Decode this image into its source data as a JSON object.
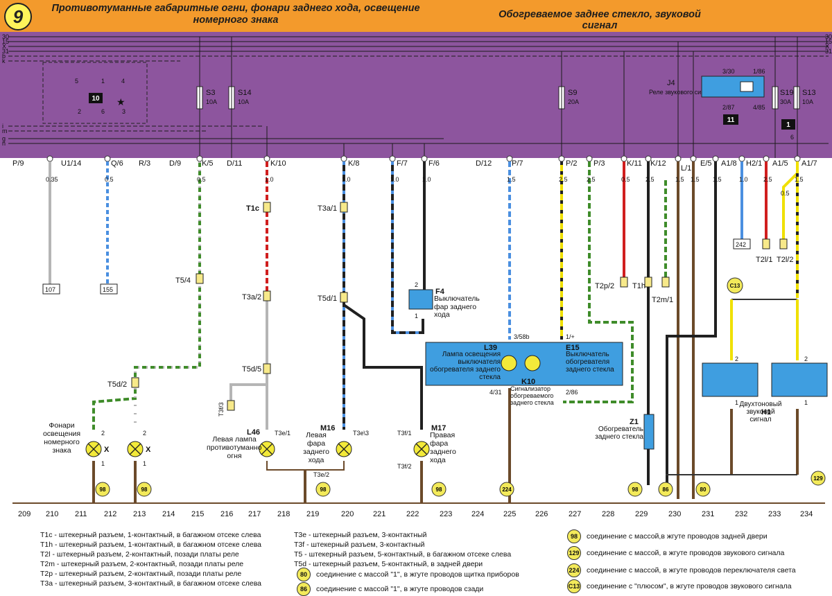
{
  "header": {
    "page_number": "9",
    "title_left": "Противотуманные габаритные огни, фонари заднего хода, освещение номерного знака",
    "title_right": "Обогреваемое заднее стекло, звуковой сигнал"
  },
  "colors": {
    "header_bg": "#f39a2c",
    "fusebox_bg": "#8d559e",
    "badge_bg": "#fff35a",
    "component_blue": "#3f9ee0",
    "ground_badge": "#f3ea5a"
  },
  "bus_lines": [
    "30",
    "15",
    "X",
    "31",
    "b",
    "k",
    "i",
    "m",
    "g",
    "n"
  ],
  "relays": [
    {
      "id": "10",
      "pins": [
        "5",
        "1",
        "4",
        "2",
        "6",
        "3"
      ]
    },
    {
      "id": "11",
      "name": "J4",
      "desc": "Реле звукового сигнала",
      "pins": [
        "3/30",
        "1/86",
        "2/87",
        "4/85"
      ]
    },
    {
      "id": "1",
      "pin": "6"
    }
  ],
  "fuses": [
    {
      "id": "S3",
      "rating": "10A"
    },
    {
      "id": "S14",
      "rating": "10A"
    },
    {
      "id": "S9",
      "rating": "20A"
    },
    {
      "id": "S19",
      "rating": "30A"
    },
    {
      "id": "S13",
      "rating": "10A"
    }
  ],
  "connectors_top": [
    "P/9",
    "U1/14",
    "Q/6",
    "R/3",
    "D/9",
    "K/5",
    "D/11",
    "K/10",
    "K/8",
    "F/7",
    "F/6",
    "D/12",
    "P/7",
    "P/2",
    "P/3",
    "K/11",
    "K/12",
    "L/1",
    "E/5",
    "A1/8",
    "H2/1",
    "A1/5",
    "A1/7"
  ],
  "wire_sizes": [
    "0.35",
    "0.5",
    "0.5",
    "1.0",
    "1.0",
    "1.0",
    "1.0",
    "1.5",
    "2.5",
    "2.5",
    "0.5",
    "2.5",
    "1.5",
    "1.5",
    "1.5",
    "1.0",
    "2.5",
    "1.5",
    "0.5"
  ],
  "references": [
    "107",
    "155",
    "242"
  ],
  "plugs": [
    "T1c",
    "T5/4",
    "T3a/2",
    "T5d/5",
    "T3f/3",
    "T5d/2",
    "T3a/1",
    "T5d/1",
    "T3e/1",
    "T3e\\3",
    "T3e/2",
    "T3f/1",
    "T3f/2",
    "T2p/2",
    "T1h",
    "T2m/1",
    "T2l/1",
    "T2l/2"
  ],
  "components": {
    "plate_lights": {
      "name": "Фонари освещения номерного знака",
      "mark": "X",
      "pin_top": "2",
      "pin_bottom": "1"
    },
    "L46": {
      "id": "L46",
      "name": "Левая лампа противотуманного огня"
    },
    "M16": {
      "id": "M16",
      "name": "Левая фара заднего хода"
    },
    "M17": {
      "id": "M17",
      "name": "Правая фара заднего хода"
    },
    "F4": {
      "id": "F4",
      "name": "Выключатель фар заднего хода",
      "pin_top": "2",
      "pin_bottom": "1"
    },
    "L39": {
      "id": "L39",
      "name": "Лампа освещения выключателя обогревателя заднего стекла",
      "pin": "3/58b"
    },
    "E15": {
      "id": "E15",
      "name": "Выключатель обогревателя заднего стекла",
      "pin": "1/+"
    },
    "K10": {
      "id": "K10",
      "name": "Сигнализатор обогреваемого заднего стекла",
      "pin_left": "4/31",
      "pin_right": "2/86"
    },
    "Z1": {
      "id": "Z1",
      "name": "Обогреватель заднего стекла"
    },
    "H1": {
      "id": "H1",
      "name": "Двухтоновый звуковой сигнал",
      "pin_top": "2",
      "pin_bottom": "1"
    },
    "C13": "C13"
  },
  "grounds": [
    "98",
    "98",
    "98",
    "98",
    "224",
    "98",
    "86",
    "80",
    "129"
  ],
  "columns": [
    "209",
    "210",
    "211",
    "212",
    "213",
    "214",
    "215",
    "216",
    "217",
    "218",
    "219",
    "220",
    "221",
    "222",
    "223",
    "224",
    "225",
    "226",
    "227",
    "228",
    "229",
    "230",
    "231",
    "232",
    "233",
    "234"
  ],
  "legend": {
    "col1": [
      "T1c - штекерный разъем, 1-контактный, в багажном отсеке слева",
      "T1h - штекерный разъем, 1-контактный, в багажном отсеке слева",
      "T2l - штекерный разъем, 2-контактный, позади платы реле",
      "T2m - штекерный разъем, 2-контактный, позади платы реле",
      "T2p - штекерный разъем, 2-контактный, позади платы реле",
      "T3a - штекерный разъем, 3-контактный, в багажном отсеке слева"
    ],
    "col2": [
      "T3e - штекерный разъем, 3-контактный",
      "T3f - штекерный разъем, 3-контактный",
      "T5 - штекерный разъем, 5-контактный, в багажном отсеке слева",
      "T5d - штекерный разъем, 5-контактный, в задней двери"
    ],
    "grounds_col2": [
      {
        "id": "80",
        "text": "соединение с массой \"1\", в жгуте проводов щитка приборов"
      },
      {
        "id": "86",
        "text": "соединение с массой \"1\", в жгуте проводов сзади"
      }
    ],
    "grounds_col3": [
      {
        "id": "98",
        "text": "соединение с массой,в жгуте проводов задней двери"
      },
      {
        "id": "129",
        "text": "соединение с массой, в жгуте проводов звукового сигнала"
      },
      {
        "id": "224",
        "text": "соединение с массой, в жгуте проводов переключателя света"
      },
      {
        "id": "C13",
        "text": "соединение с \"плюсом\", в жгуте проводов звукового сигнала"
      }
    ]
  }
}
